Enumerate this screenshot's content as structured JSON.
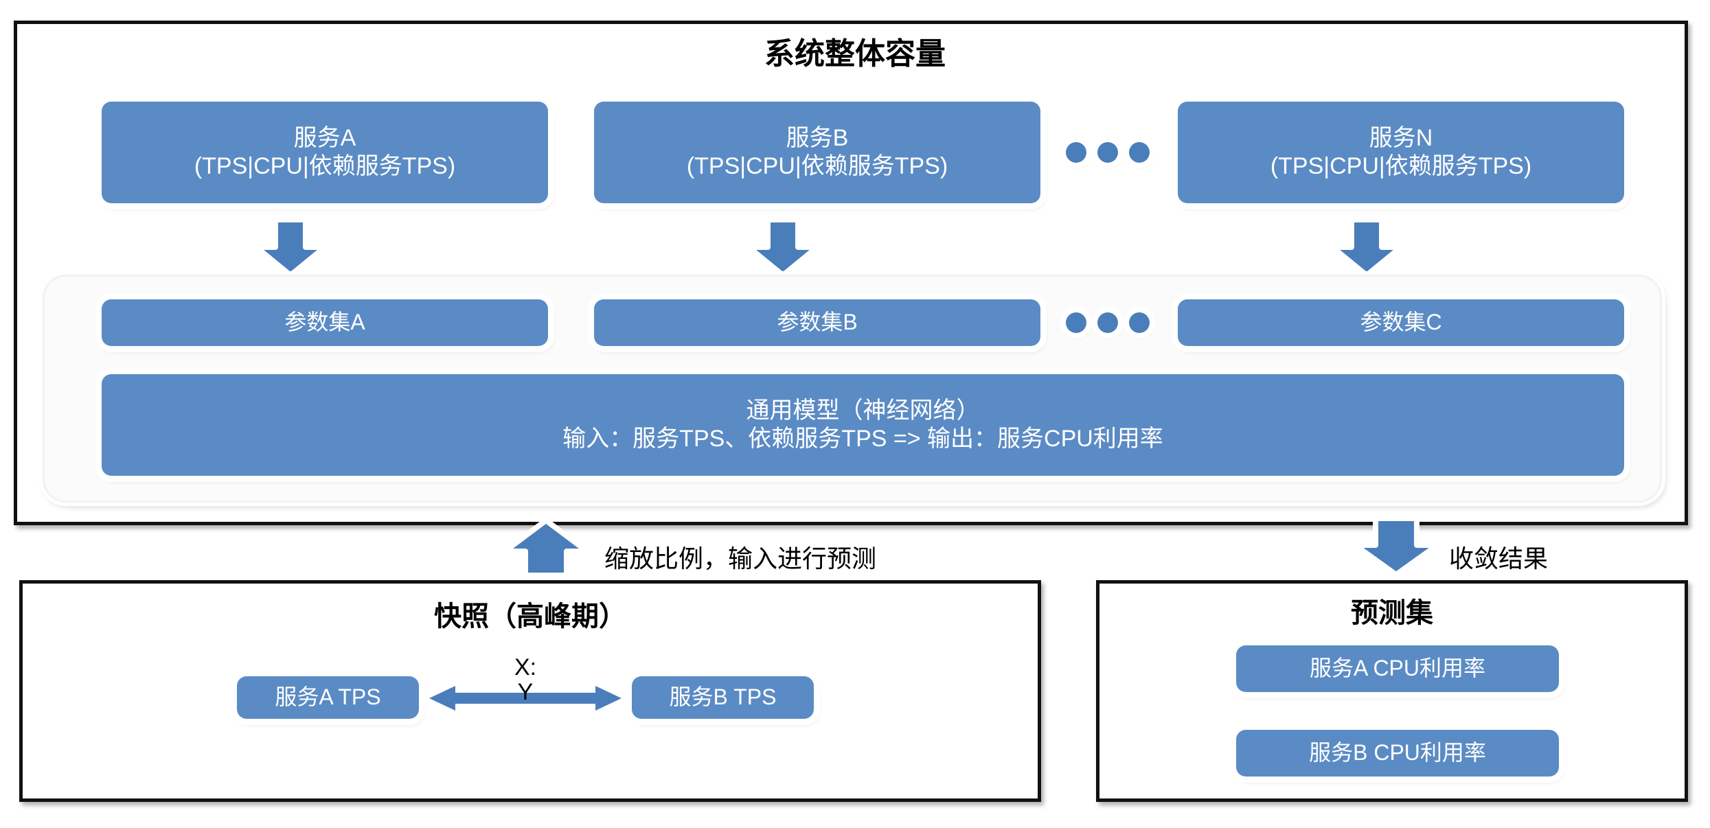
{
  "capacity_panel": {
    "title": "系统整体容量",
    "services": [
      {
        "name": "服务A",
        "detail": "(TPS|CPU|依赖服务TPS)"
      },
      {
        "name": "服务B",
        "detail": "(TPS|CPU|依赖服务TPS)"
      },
      {
        "name": "服务N",
        "detail": "(TPS|CPU|依赖服务TPS)"
      }
    ],
    "service_ellipsis": "•••",
    "param_sets": [
      {
        "label": "参数集A"
      },
      {
        "label": "参数集B"
      },
      {
        "label": "参数集C"
      }
    ],
    "param_ellipsis": "•••",
    "model": {
      "line1": "通用模型（神经网络）",
      "line2": "输入：服务TPS、依赖服务TPS => 输出：服务CPU利用率"
    }
  },
  "connectors": {
    "up_label": "缩放比例，输入进行预测",
    "down_label": "收敛结果"
  },
  "snapshot_panel": {
    "title": "快照（高峰期）",
    "left_box": "服务A TPS",
    "right_box": "服务B TPS",
    "ratio_top": "X:",
    "ratio_bottom": "Y"
  },
  "prediction_panel": {
    "title": "预测集",
    "items": [
      {
        "label": "服务A CPU利用率"
      },
      {
        "label": "服务B CPU利用率"
      }
    ]
  },
  "colors": {
    "box_blue": "#5b8bc4",
    "dot_blue": "#4a7ebb",
    "arrow_blue": "#4a7ebb",
    "border_black": "#111111",
    "text_white": "#ffffff"
  }
}
